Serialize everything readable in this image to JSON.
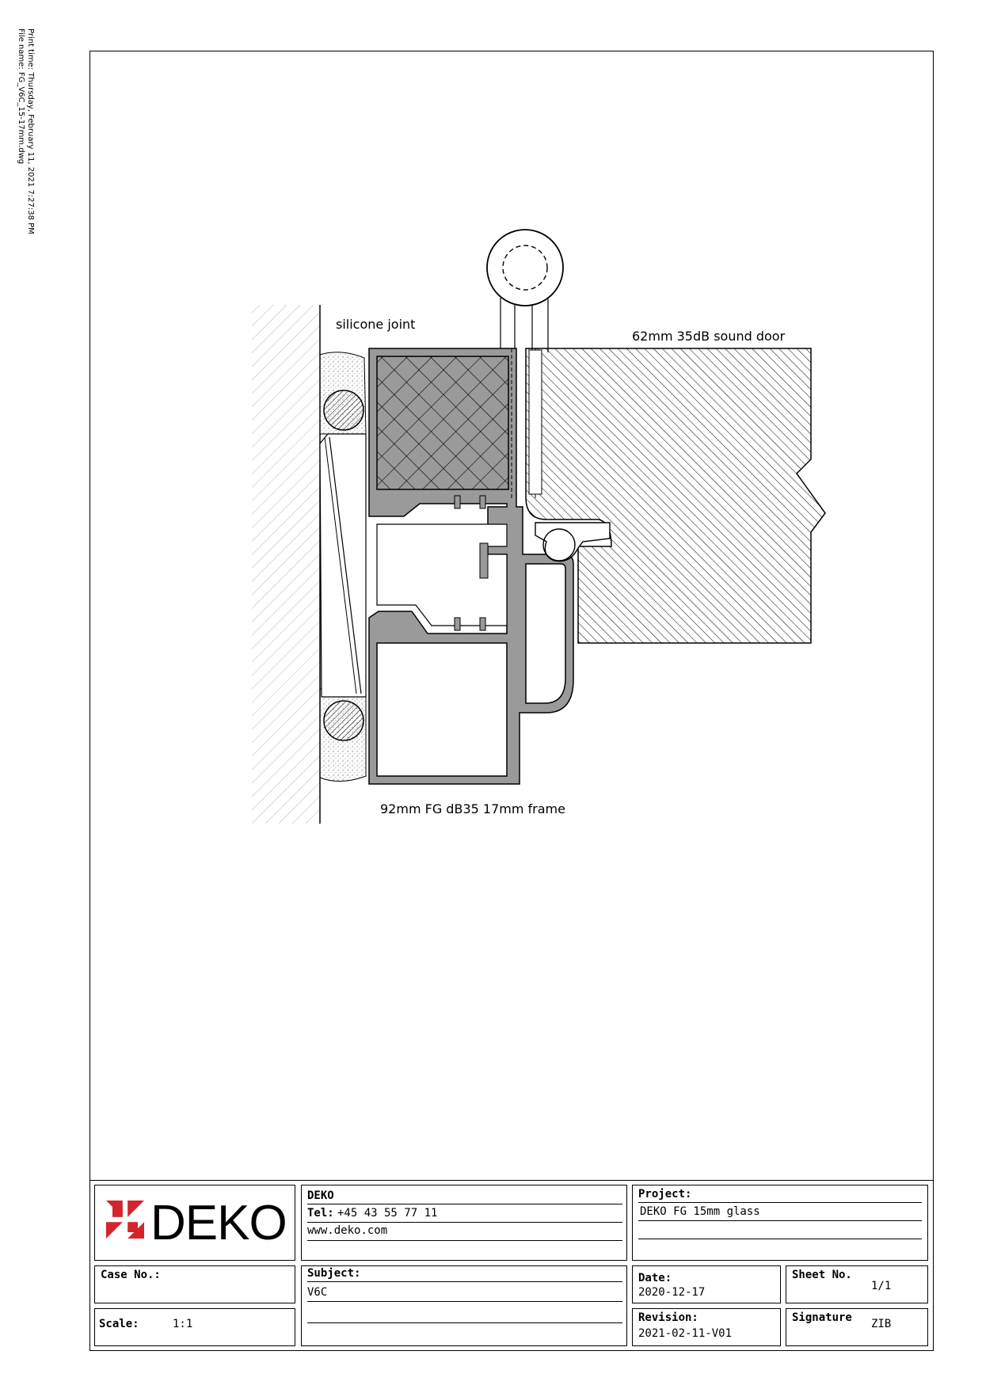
{
  "side_info": {
    "print_time": "Print time: Thursday, February 11, 2021 7:27:38 PM",
    "file_name": "File name: FG_V6C_15-17mm.dwg"
  },
  "labels": {
    "silicone": "silicone joint",
    "door": "62mm 35dB sound door",
    "frame": "92mm FG dB35 17mm frame"
  },
  "title_block": {
    "logo_text": "DEKO",
    "company": "DEKO",
    "tel_label": "Tel:",
    "tel_value": "+45 43 55 77 11",
    "web": "www.deko.com",
    "project_label": "Project:",
    "project_value": "DEKO FG 15mm glass",
    "case_label": "Case No.:",
    "case_value": "",
    "subject_label": "Subject:",
    "subject_value": "V6C",
    "date_label": "Date:",
    "date_value": "2020-12-17",
    "sheet_label": "Sheet No.",
    "sheet_value": "1/1",
    "scale_label": "Scale:",
    "scale_value": "1:1",
    "revision_label": "Revision:",
    "revision_value": "2021-02-11-V01",
    "signature_label": "Signature",
    "signature_value": "ZIB"
  },
  "colors": {
    "logo_red": "#d5242b",
    "frame_grey": "#9a9a9a",
    "line": "#000000"
  }
}
